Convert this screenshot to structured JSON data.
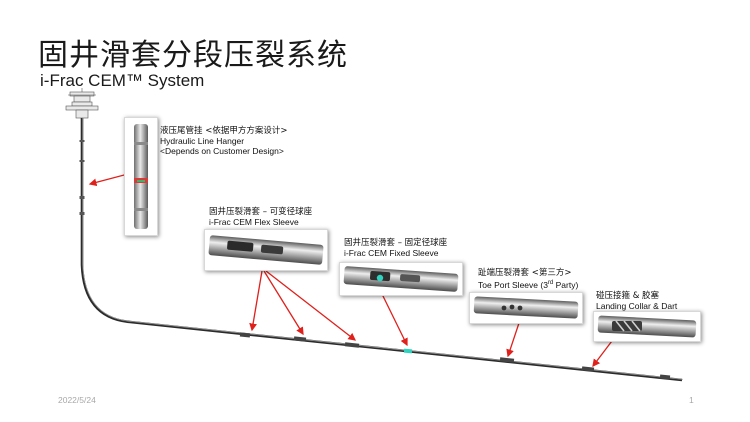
{
  "slide": {
    "title": "固井滑套分段压裂系统",
    "subtitle": "i-Frac CEM™ System",
    "date": "2022/5/24",
    "page_number": "1"
  },
  "components": [
    {
      "cn": "液压尾管挂 <依据甲方方案设计>",
      "en": "Hydraulic Line Hanger",
      "en2": "<Depends on Customer Design>"
    },
    {
      "cn": "固井压裂滑套 – 可变径球座",
      "en": "i-Frac CEM Flex Sleeve"
    },
    {
      "cn": "固井压裂滑套 – 固定径球座",
      "en": "i-Frac CEM Fixed Sleeve"
    },
    {
      "cn": "趾端压裂滑套 <第三方>",
      "en_pre": "Toe Port Sleeve (3",
      "en_sup": "rd",
      "en_post": " Party)"
    },
    {
      "cn": "碰压接箍 & 胶塞",
      "en": "Landing Collar & Dart"
    }
  ],
  "colors": {
    "arrow": "#e0201b",
    "pipe": "#2b2b2b",
    "marker": "#d83a3a",
    "highlight": "#2fd3c0"
  }
}
